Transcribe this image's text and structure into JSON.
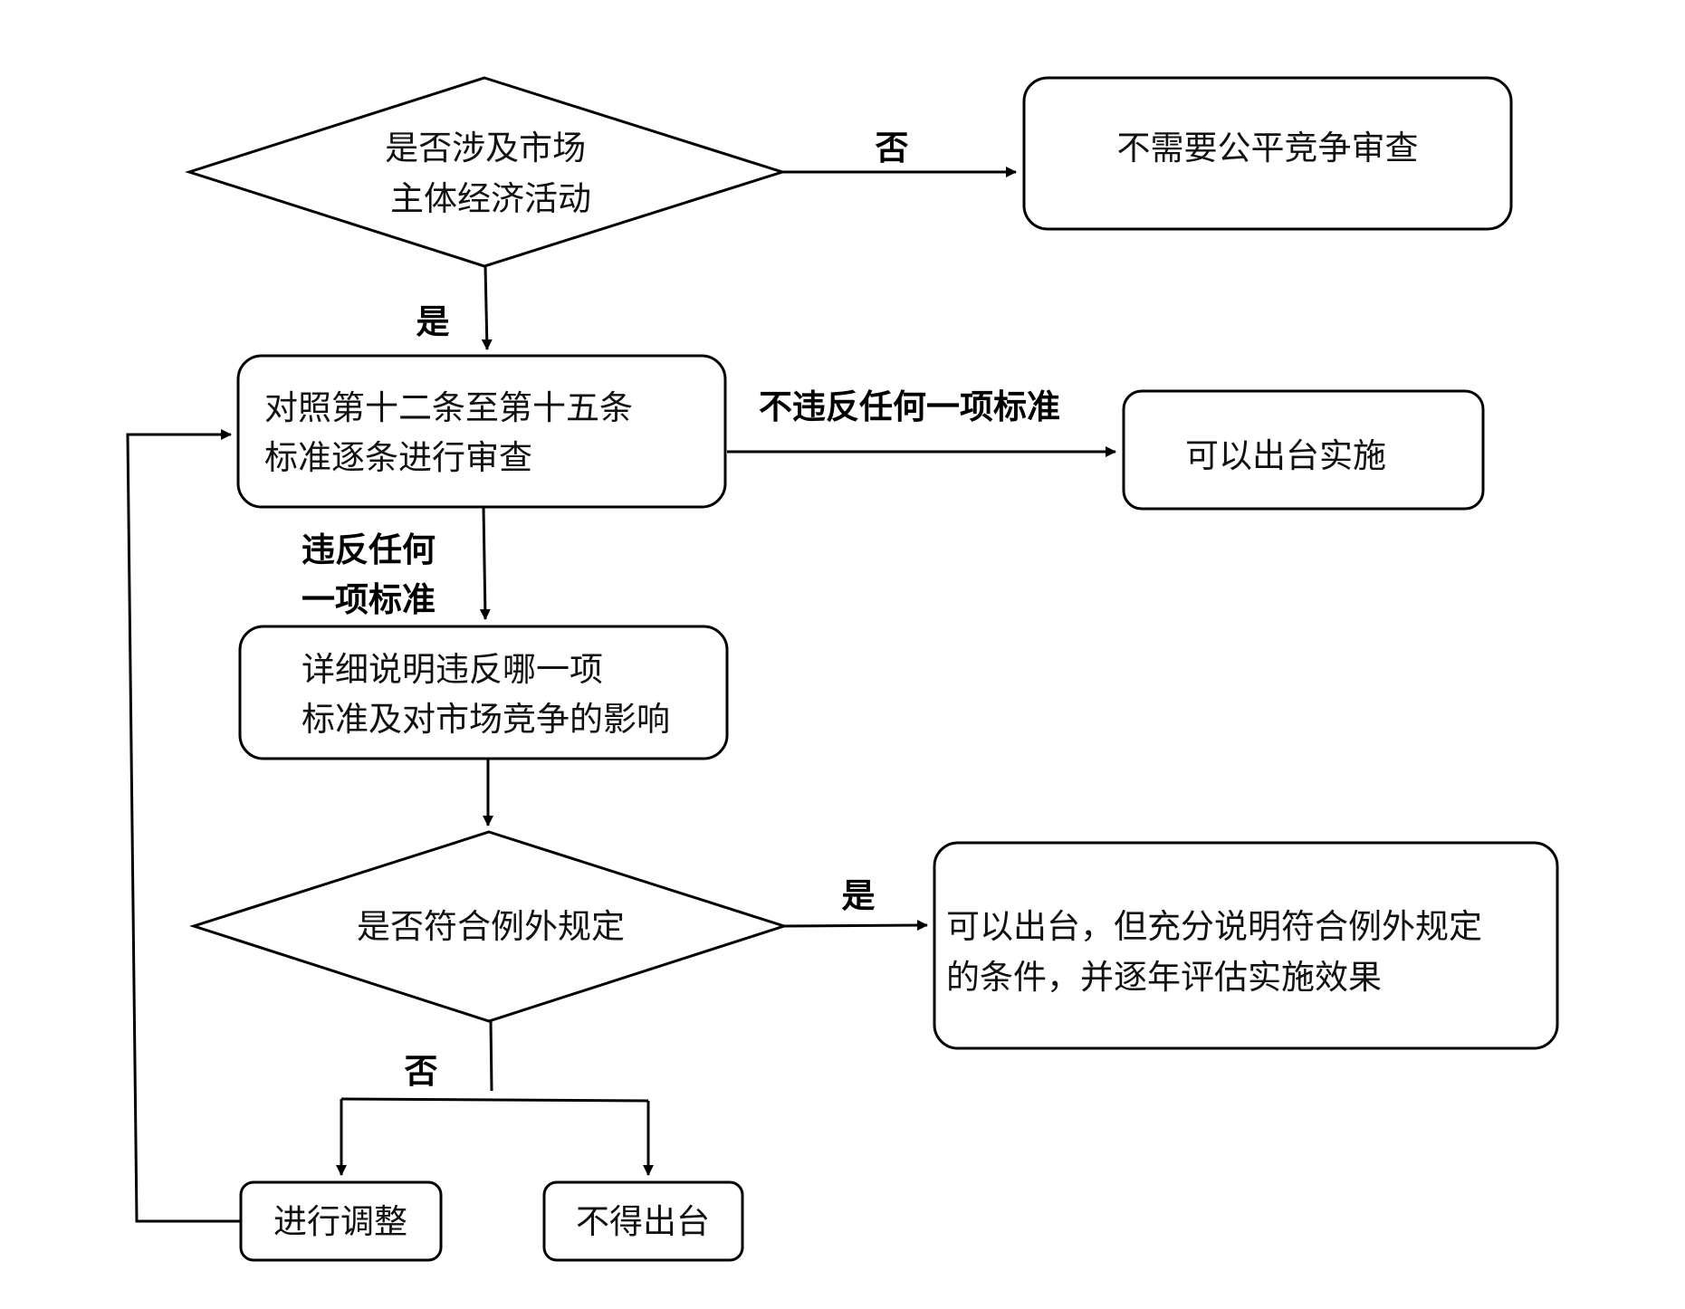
{
  "nodes": {
    "q_market": {
      "lines": [
        "是否涉及市场",
        "主体经济活动"
      ]
    },
    "no_review": {
      "lines": [
        "不需要公平竞争审查"
      ]
    },
    "review": {
      "lines": [
        "对照第十二条至第十五条",
        "标准逐条进行审查"
      ]
    },
    "can_implement": {
      "lines": [
        "可以出台实施"
      ]
    },
    "explain": {
      "lines": [
        "详细说明违反哪一项",
        "标准及对市场竞争的影响"
      ]
    },
    "q_exception": {
      "lines": [
        "是否符合例外规定"
      ]
    },
    "exception_ok": {
      "lines": [
        "可以出台，但充分说明符合例外规定",
        "的条件，并逐年评估实施效果"
      ]
    },
    "adjust": {
      "lines": [
        "进行调整"
      ]
    },
    "not_allowed": {
      "lines": [
        "不得出台"
      ]
    }
  },
  "edges": {
    "market_no": "否",
    "market_yes": "是",
    "no_violation": "不违反任何一项标准",
    "violation": [
      "违反任何",
      "一项标准"
    ],
    "exception_yes": "是",
    "exception_no": "否"
  }
}
